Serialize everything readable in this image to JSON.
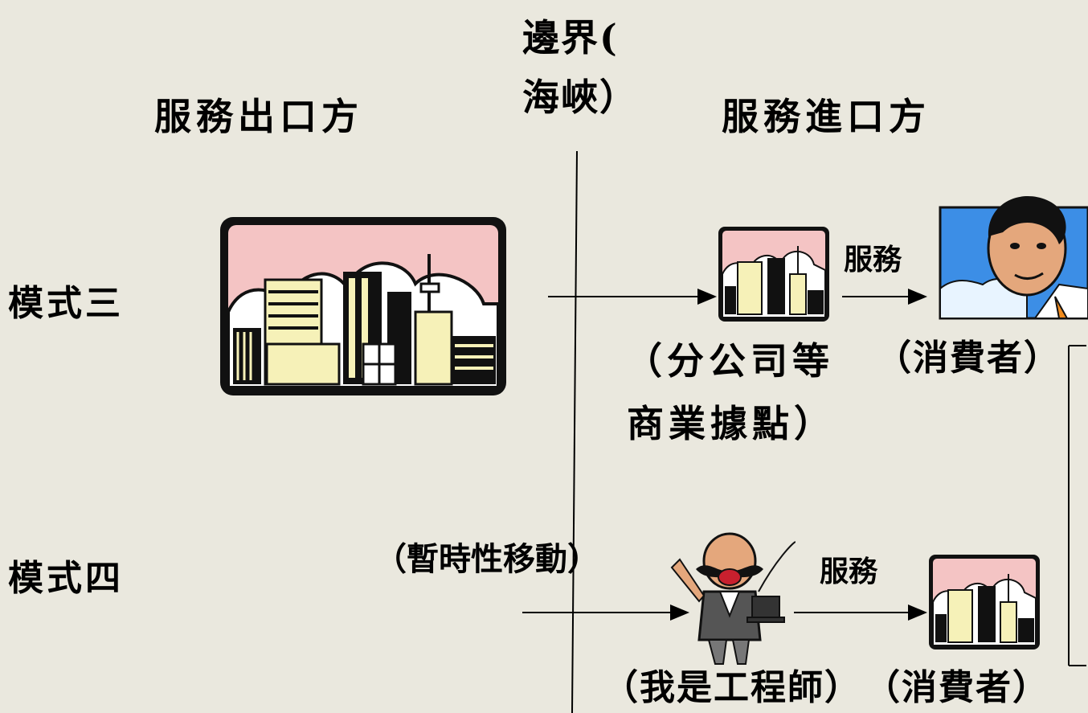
{
  "header": {
    "exporter": "服務出口方",
    "boundary_line1": "邊界(",
    "boundary_line2": "海峽）",
    "importer": "服務進口方"
  },
  "mode3": {
    "label": "模式三",
    "service": "服務",
    "branch_line1": "（分公司等",
    "branch_line2": "商業據點）",
    "consumer": "（消費者）"
  },
  "mode4": {
    "label": "模式四",
    "movement": "（暫時性移動）",
    "service": "服務",
    "engineer": "（我是工程師）",
    "consumer": "（消費者）"
  },
  "colors": {
    "background": "#eae8de",
    "sky_pink": "#f4c4c4",
    "building_cream": "#f6f1b8",
    "sky_blue": "#3c8ee6"
  }
}
